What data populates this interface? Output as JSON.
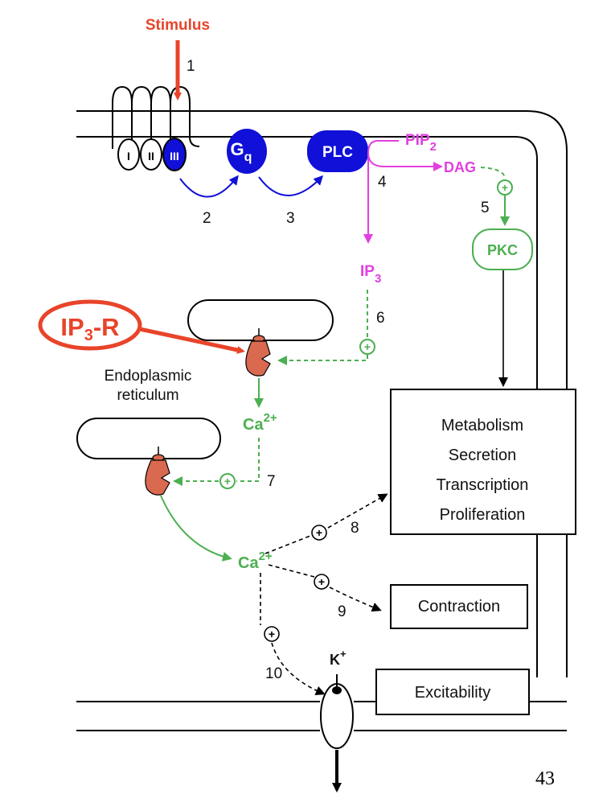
{
  "labels": {
    "stimulus": "Stimulus",
    "gq_main": "G",
    "gq_sub": "q",
    "plc": "PLC",
    "pip_main": "PIP",
    "pip_sub": "2",
    "dag": "DAG",
    "pkc": "PKC",
    "ip3_main": "IP",
    "ip3_sub": "3",
    "ip3r_main": "IP",
    "ip3r_sub": "3",
    "ip3r_tail": "-R",
    "er_line1": "Endoplasmic",
    "er_line2": "reticulum",
    "ca_upper": "Ca",
    "ca_upper_sup": "2+",
    "ca_lower": "Ca",
    "ca_lower_sup": "2+",
    "k_main": "K",
    "k_sup": "+",
    "receptor_loop_1": "I",
    "receptor_loop_2": "II",
    "receptor_loop_3": "III"
  },
  "effect_boxes": {
    "box1_lines": [
      "Metabolism",
      "Secretion",
      "Transcription",
      "Proliferation"
    ],
    "contraction": "Contraction",
    "excitability": "Excitability"
  },
  "step_numbers": [
    "1",
    "2",
    "3",
    "4",
    "5",
    "6",
    "7",
    "8",
    "9",
    "10"
  ],
  "plus_symbol": "+",
  "page_number": "43",
  "colors": {
    "stimulus": "#e8442a",
    "receptor": "#1010d8",
    "pathway_magenta": "#e040e0",
    "pathway_green": "#4caf50",
    "ip3r_body": "#d9694f",
    "outline": "#000000"
  }
}
